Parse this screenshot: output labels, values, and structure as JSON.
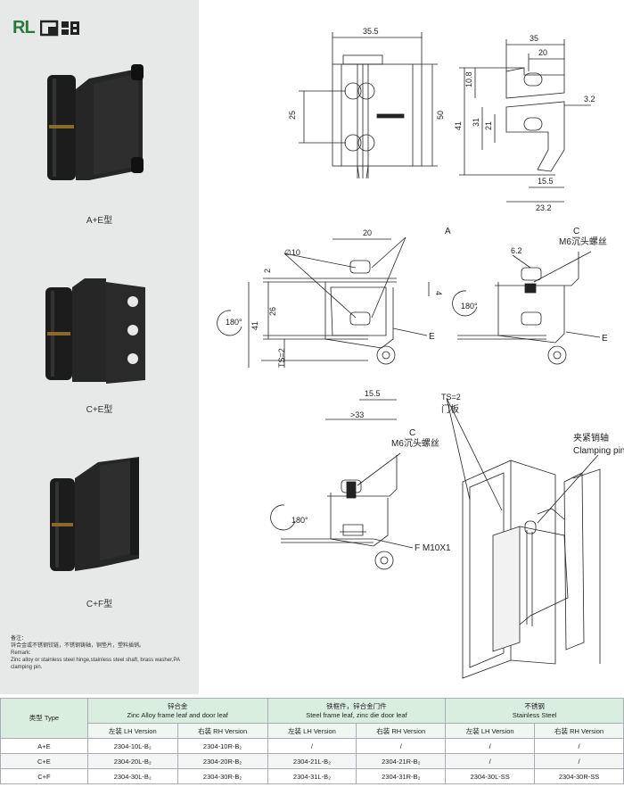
{
  "brand": {
    "logo_text": "RL"
  },
  "products": [
    {
      "label": "A+E型"
    },
    {
      "label": "C+E型"
    },
    {
      "label": "C+F型"
    }
  ],
  "remark": {
    "title": "备注：",
    "cn": "锌合金或不锈钢铰链，不锈钢铸轴，铜垫片，塑料插销。",
    "en_title": "Remark:",
    "en": "Zinc alloy or stainless steel hinge,stainless steel shaft, brass washer,PA clamping pin."
  },
  "drawing": {
    "top_left": {
      "w": "35.5",
      "h1": "25",
      "h2": "50"
    },
    "top_right": {
      "w1": "35",
      "w2": "20",
      "h1": "10.8",
      "h2": "41",
      "h3": "31",
      "h4": "21",
      "d1": "3.2",
      "d2": "15.5",
      "d3": "23.2"
    },
    "mid_left": {
      "w": "20",
      "dia": "∅10",
      "l_a": "A",
      "h1": "2",
      "h2": "26",
      "h3": "41",
      "h4": "4",
      "ts": "TS=2",
      "d1": "15.5",
      "d2": ">33",
      "angle": "180°",
      "l_e": "E"
    },
    "mid_right": {
      "l_c": "C",
      "l_c2": "M6沉头螺丝",
      "d1": "6.2",
      "angle": "180°",
      "l_e": "E"
    },
    "bottom_left": {
      "l_c": "C",
      "l_c2": "M6沉头螺丝",
      "angle": "180°",
      "l_f": "F  M10X1"
    },
    "bottom_right": {
      "ts": "TS=2",
      "door": "门板",
      "pin_cn": "夹紧销轴",
      "pin_en": "Clamping pin"
    }
  },
  "table": {
    "type_header": "类型 Type",
    "groups": [
      {
        "cn": "锌合金",
        "en": "Zinc Alloy  frame leaf and door leaf"
      },
      {
        "cn": "铁框件，锌合金门件",
        "en": "Steel frame leaf, zinc die door leaf"
      },
      {
        "cn": "不锈钢",
        "en": "Stainless Steel"
      }
    ],
    "sub": [
      "左装 LH Version",
      "右装 RH Version",
      "左装 LH Version",
      "右装 RH Version",
      "左装 LH Version",
      "右装 RH Version"
    ],
    "rows": [
      {
        "type": "A+E",
        "cells": [
          "2304-10L-B₂",
          "2304-10R-B₂",
          "/",
          "/",
          "/",
          "/"
        ]
      },
      {
        "type": "C+E",
        "cells": [
          "2304-20L-B₂",
          "2304-20R-B₂",
          "2304-21L-B₂",
          "2304-21R-B₂",
          "/",
          "/"
        ]
      },
      {
        "type": "C+F",
        "cells": [
          "2304-30L-B₂",
          "2304-30R-B₂",
          "2304-31L-B₂",
          "2304-31R-B₂",
          "2304-30L-SS",
          "2304-30R-SS"
        ]
      }
    ]
  }
}
